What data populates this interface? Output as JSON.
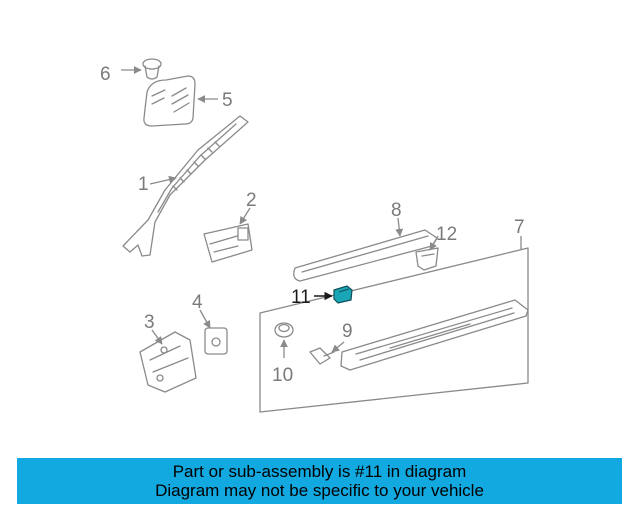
{
  "callouts": {
    "c1": "1",
    "c2": "2",
    "c3": "3",
    "c4": "4",
    "c5": "5",
    "c6": "6",
    "c7": "7",
    "c8": "8",
    "c9": "9",
    "c10": "10",
    "c11": "11",
    "c12": "12"
  },
  "highlight_part": "11",
  "colors": {
    "banner_bg": "#12a8e0",
    "highlight_part": "#1aa6b7",
    "line": "#8a8a8a"
  },
  "banner": {
    "line1": "Part or sub-assembly is #11 in diagram",
    "line2": "Diagram may not be specific to your vehicle"
  }
}
